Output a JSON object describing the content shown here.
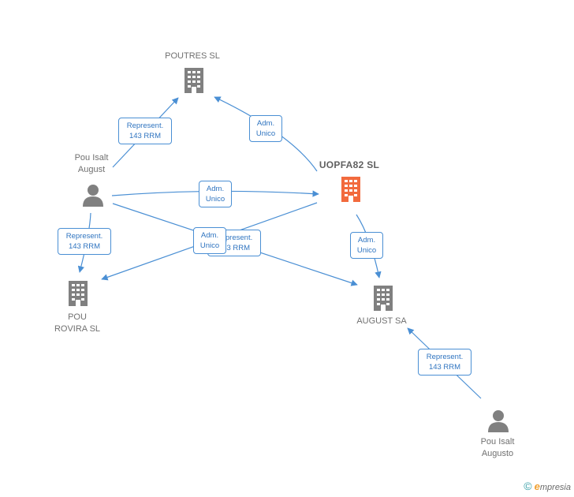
{
  "colors": {
    "line": "#4a8fd4",
    "node": "#808080",
    "highlight": "#f26a3d"
  },
  "nodes": [
    {
      "id": "poutres",
      "label": [
        "POUTRES SL"
      ],
      "kind": "company-icon",
      "main": false
    },
    {
      "id": "uopfa82",
      "label": [
        "UOPFA82  SL"
      ],
      "kind": "company-icon",
      "main": true
    },
    {
      "id": "pou_isalt_august",
      "label": [
        "Pou Isalt",
        "August"
      ],
      "kind": "person-icon",
      "main": false
    },
    {
      "id": "pou_rovira",
      "label": [
        "POU",
        "ROVIRA SL"
      ],
      "kind": "company-icon",
      "main": false
    },
    {
      "id": "august_sa",
      "label": [
        "AUGUST SA"
      ],
      "kind": "company-icon",
      "main": false
    },
    {
      "id": "pou_isalt_augusto",
      "label": [
        "Pou Isalt",
        "Augusto"
      ],
      "kind": "person-icon",
      "main": false
    }
  ],
  "relations": [
    {
      "id": "r1",
      "from": "pou_isalt_august",
      "to": "poutres",
      "label": [
        "Represent.",
        "143 RRM"
      ]
    },
    {
      "id": "r2",
      "from": "uopfa82",
      "to": "poutres",
      "label": [
        "Adm.",
        "Unico"
      ]
    },
    {
      "id": "r3",
      "from": "pou_isalt_august",
      "to": "uopfa82",
      "label": [
        "Adm.",
        "Unico"
      ]
    },
    {
      "id": "r4",
      "from": "pou_isalt_august",
      "to": "pou_rovira",
      "label": [
        "Represent.",
        "143 RRM"
      ]
    },
    {
      "id": "r5",
      "from": "pou_isalt_august",
      "to": "august_sa",
      "label": [
        "Represent.",
        "143 RRM"
      ]
    },
    {
      "id": "r6",
      "from": "uopfa82",
      "to": "pou_rovira",
      "label": [
        "Adm.",
        "Unico"
      ]
    },
    {
      "id": "r7",
      "from": "uopfa82",
      "to": "august_sa",
      "label": [
        "Adm.",
        "Unico"
      ]
    },
    {
      "id": "r8",
      "from": "pou_isalt_augusto",
      "to": "august_sa",
      "label": [
        "Represent.",
        "143 RRM"
      ]
    }
  ],
  "brand": {
    "symbol": "©",
    "initial": "e",
    "rest": "mpresia"
  }
}
